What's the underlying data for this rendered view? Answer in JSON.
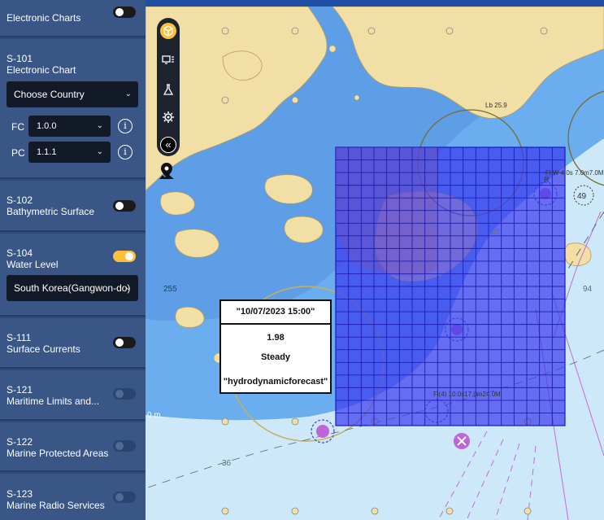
{
  "sidebar": {
    "electronic_charts_label": "Electronic Charts",
    "s101": {
      "code": "S-101",
      "name": "Electronic Chart",
      "country_select": "Choose Country",
      "fc_label": "FC",
      "fc_value": "1.0.0",
      "pc_label": "PC",
      "pc_value": "1.1.1",
      "info_glyph": "i"
    },
    "s102": {
      "code": "S-102",
      "name": "Bathymetric Surface"
    },
    "s104": {
      "code": "S-104",
      "name": "Water Level",
      "region_select": "South Korea(Gangwon-do)"
    },
    "s111": {
      "code": "S-111",
      "name": "Surface Currents"
    },
    "s121": {
      "code": "S-121",
      "name": "Maritime Limits and..."
    },
    "s122": {
      "code": "S-122",
      "name": "Marine Protected Areas"
    },
    "s123": {
      "code": "S-123",
      "name": "Marine Radio Services"
    }
  },
  "toggles": {
    "electronic_charts": false,
    "s102": false,
    "s104": true,
    "s111": false,
    "s121": false,
    "s122": false,
    "s123": false
  },
  "toolbar": {
    "icons": [
      "layers-cube-icon",
      "display-settings-icon",
      "lab-flask-icon",
      "gear-icon",
      "collapse-chevrons-icon",
      "location-pin-icon"
    ],
    "collapse_glyph": "«"
  },
  "popup": {
    "datetime": "\"10/07/2023 15:00\"",
    "value": "1.98",
    "trend": "Steady",
    "source": "\"hydrodynamicforecast\""
  },
  "map_labels": {
    "depth_25": "255",
    "depth_36": "36",
    "depth_94": "94",
    "depth_49": "49",
    "depth_32": "32",
    "edge_m": "0 m",
    "light_1": "Fl(4) 10.0s17.0m24.0M",
    "light_2": "Fl W 4.0s 7.0m7.0M",
    "light_3": "Lb 25.9",
    "buoy_r": "R"
  },
  "colors": {
    "sidebar_bg": "#2f4b79",
    "section_bg": "#3a5686",
    "accent": "#ffbf3b",
    "grid_fill": "#3d3df0",
    "land": "#f2dfa6",
    "shallow_water": "#6aaef0",
    "deep_water": "#cde8f8"
  }
}
